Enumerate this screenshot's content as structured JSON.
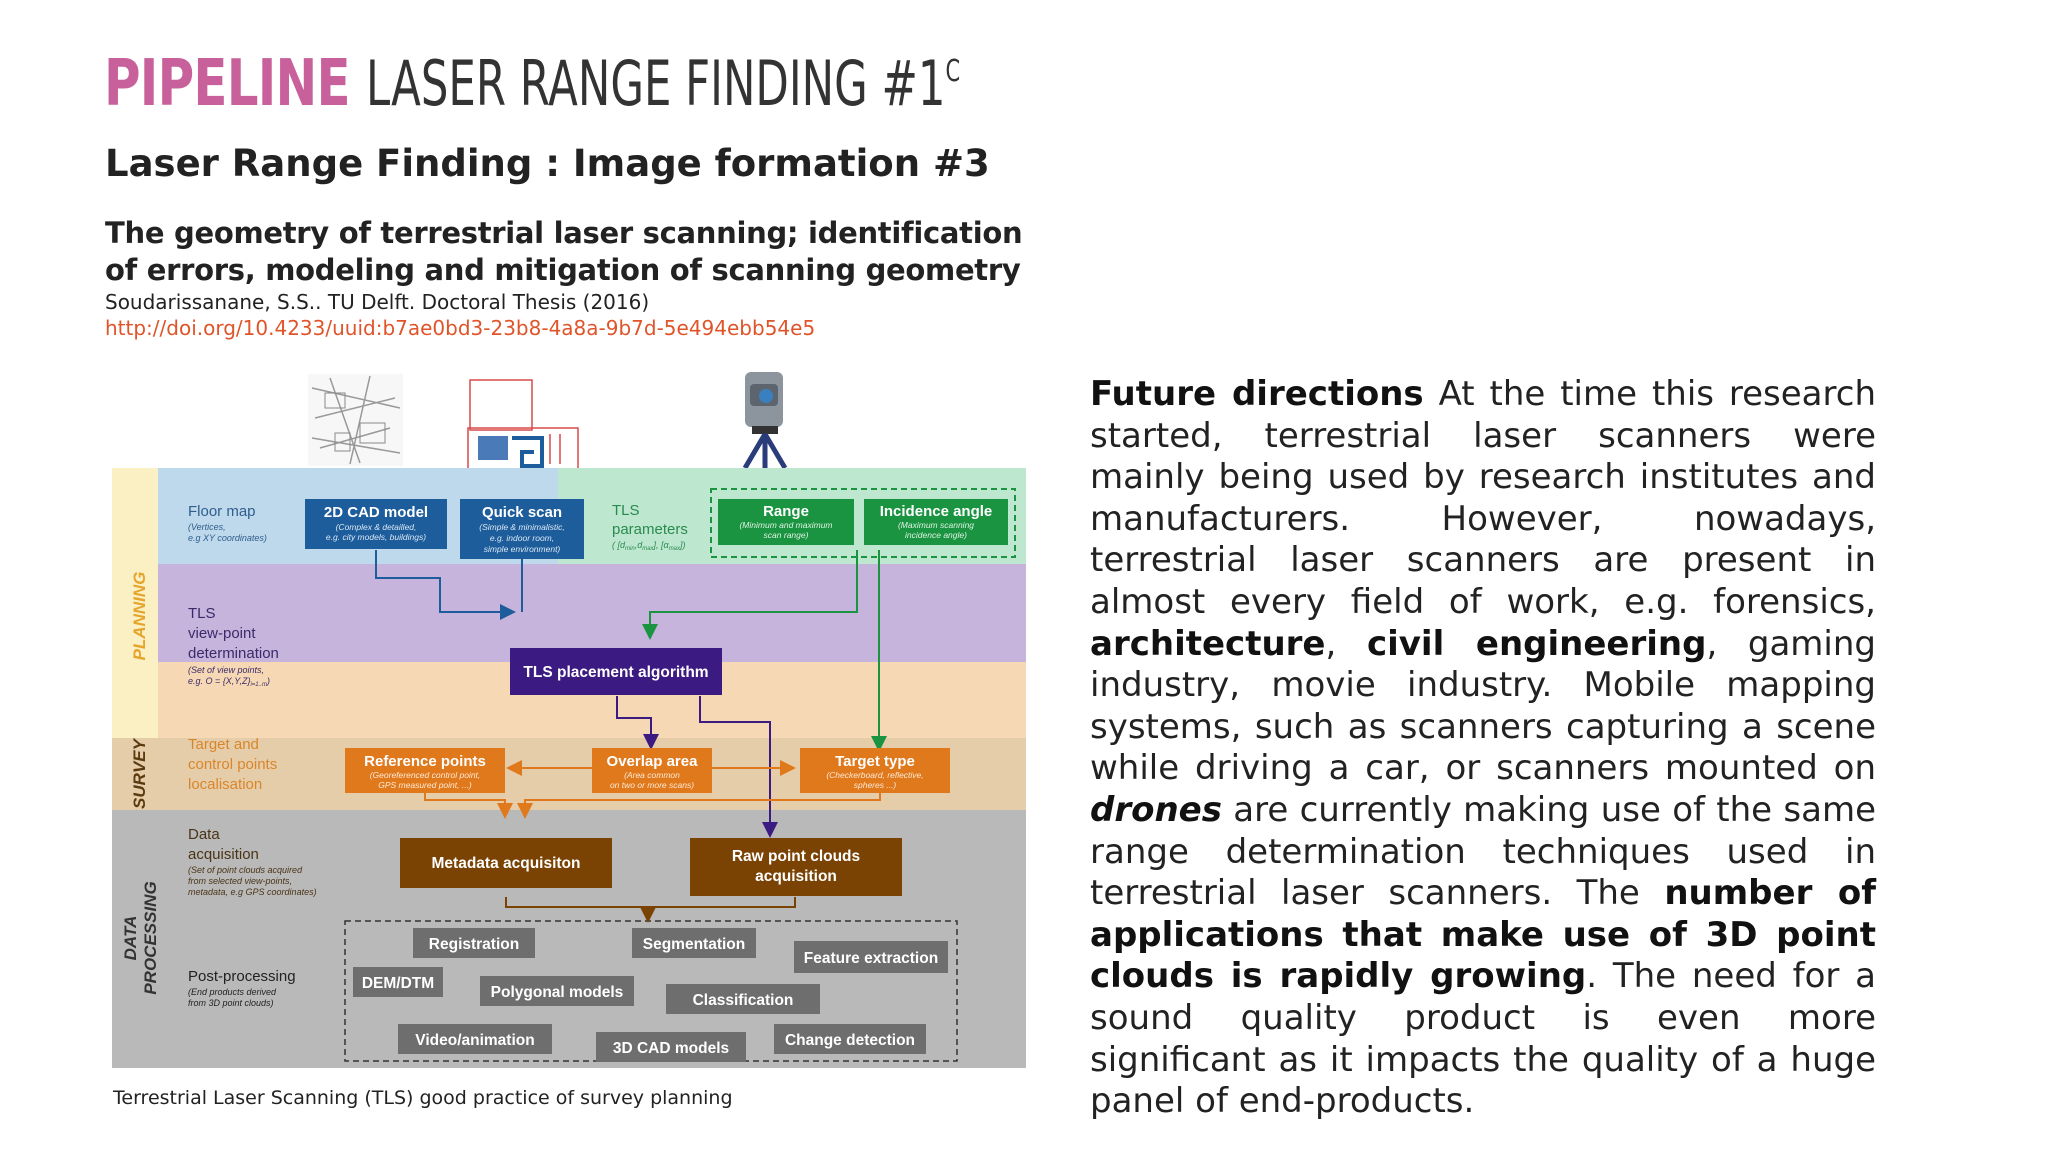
{
  "slide": {
    "title_accent": "PIPELINE",
    "title_rest": "LASER RANGE FINDING #1",
    "title_sup": "C",
    "subtitle": "Laser Range Finding : Image formation #3"
  },
  "reference": {
    "title": "The geometry of terrestrial laser scanning; identification of errors, modeling and mitigation of scanning geometry",
    "authors": "Soudarissanane, S.S.. TU Delft. Doctoral Thesis (2016)",
    "url": "http://doi.org/10.4233/uuid:b7ae0bd3-23b8-4a8a-9b7d-5e494ebb54e5"
  },
  "body": {
    "lead": "Future directions",
    "t1": " At the time this research started, terrestrial laser scanners were mainly being used by research institutes and manufacturers. However, nowadays, terrestrial laser scanners are present in almost every field of work, e.g. forensics, ",
    "b1": "architecture",
    "t2": ", ",
    "b2": "civil engineering",
    "t3": ", gaming industry, movie industry. Mobile mapping systems, such as scanners capturing a scene while driving a car, or scanners mounted on ",
    "b3": "drones",
    "t4": " are currently making use of the same range determination techniques used in terrestrial laser scanners. The ",
    "b4": "number of applications that make use of 3D point clouds is rapidly growing",
    "t5": ". The need for a sound quality product is even more significant as it impacts the quality of a huge panel of end-products."
  },
  "figure": {
    "caption": "Terrestrial Laser Scanning (TLS) good practice of survey planning",
    "phases": {
      "planning": "PLANNING",
      "survey": "SURVEY",
      "data": "DATA",
      "processing": "PROCESSING"
    },
    "rows": {
      "floor_map": {
        "label": "Floor map",
        "sub1": "(Vertices,",
        "sub2": "e.g XY coordinates)"
      },
      "tls_params": {
        "label1": "TLS",
        "label2": "parameters",
        "sub": "( [d",
        "sub_min": "min",
        "sub_mid": ",d",
        "sub_max": "max",
        "sub_mid2": "], [α",
        "sub_end": "max",
        "sub_close": "])"
      },
      "viewpoint": {
        "l1": "TLS",
        "l2": "view-point",
        "l3": "determination",
        "s1": "(Set of view points,",
        "s2": "e.g. O = {X,Y,Z}",
        "s2b": "i=1..m",
        "s2c": ")"
      },
      "target": {
        "l1": "Target and",
        "l2": "control points",
        "l3": "localisation"
      },
      "data_acq": {
        "l1": "Data",
        "l2": "acquisition",
        "s1": "(Set of point clouds acquired",
        "s2": "from selected view-points,",
        "s3": "metadata, e.g GPS coordinates)"
      },
      "post": {
        "l1": "Post-processing",
        "s1": "(End products derived",
        "s2": "from 3D point clouds)"
      }
    },
    "boxes": {
      "cad": {
        "title": "2D CAD model",
        "s1": "(Complex & detailled,",
        "s2": "e.g. city models, buildings)"
      },
      "quick": {
        "title": "Quick scan",
        "s1": "(Simple & minimalistic,",
        "s2": "e.g. indoor room,",
        "s3": "simple environment)"
      },
      "range": {
        "title": "Range",
        "s1": "(Minimum and maximum",
        "s2": "scan range)"
      },
      "incidence": {
        "title": "Incidence angle",
        "s1": "(Maximum scanning",
        "s2": "incidence angle)"
      },
      "placement": {
        "title": "TLS placement algorithm"
      },
      "reference": {
        "title": "Reference points",
        "s1": "(Georeferenced control point,",
        "s2": "GPS measured point, ...)"
      },
      "overlap": {
        "title": "Overlap area",
        "s1": "(Area common",
        "s2": "on two or more scans)"
      },
      "target_type": {
        "title": "Target type",
        "s1": "(Checkerboard, reflective,",
        "s2": "spheres ...)"
      },
      "metadata": {
        "title": "Metadata acquisiton"
      },
      "raw": {
        "title1": "Raw point clouds",
        "title2": "acquisition"
      }
    },
    "products": [
      "Registration",
      "Segmentation",
      "Feature extraction",
      "DEM/DTM",
      "Polygonal models",
      "Classification",
      "Video/animation",
      "3D CAD models",
      "Change detection"
    ],
    "colors": {
      "planning_blue": "#bfd9ec",
      "planning_green": "#bde8cf",
      "viewpoint": "#c6b4dd",
      "target": "#f6d9b4",
      "survey": "#e6cdaa",
      "processing": "#b9b9b9",
      "box_blue": "#1d5d9b",
      "box_green": "#1a9440",
      "box_purple": "#3b1a82",
      "box_orange": "#e0781c",
      "box_brown": "#7a4304",
      "box_gray": "#6e6e6e"
    }
  }
}
